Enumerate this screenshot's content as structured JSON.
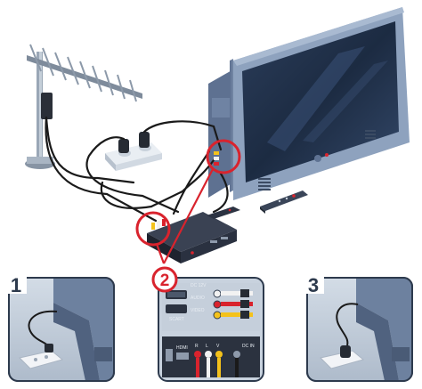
{
  "steps": [
    {
      "number": "1"
    },
    {
      "number": "2"
    },
    {
      "number": "3"
    }
  ],
  "panel2": {
    "upper_labels": [
      "DC 12V",
      "SCART",
      "AUDIO",
      "VIDEO"
    ],
    "lower_labels": [
      "HDMI",
      "R",
      "L",
      "V",
      "DC IN"
    ]
  },
  "colors": {
    "accent_red": "#d9232d",
    "tv_body": "#7f93b0",
    "tv_screen": "#1f2e46",
    "panel_bg": "#c3cedb",
    "panel_frame": "#2d3a4d",
    "cable": "#1a1a1a",
    "plug_yellow": "#f4c21b",
    "plug_white": "#f2f2f2",
    "plug_red": "#d9232d"
  },
  "icons": [
    "antenna-icon",
    "tv-icon",
    "remote-icon",
    "set-top-box-icon",
    "power-strip-icon",
    "cable-icon"
  ]
}
